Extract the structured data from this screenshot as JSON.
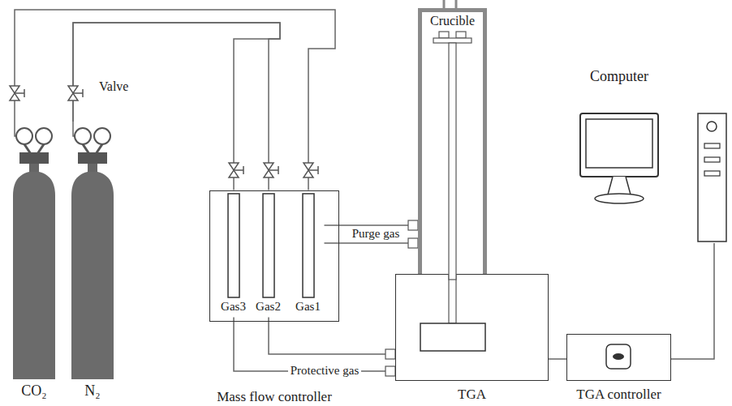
{
  "diagram": {
    "nodes": [
      {
        "text": [
          "CO₂"
        ]
      },
      {
        "text": [
          "N₂"
        ]
      },
      {
        "text": [
          "Mass flow controller"
        ]
      },
      {
        "text": [
          "Gas3"
        ],
        "in": 2
      },
      {
        "text": [
          "Gas2"
        ],
        "in": 2
      },
      {
        "text": [
          "Gas1"
        ],
        "in": 2
      },
      {
        "text": [
          "TGA"
        ]
      },
      {
        "text": [
          "Crucible"
        ]
      },
      {
        "text": [
          "TGA controller"
        ]
      },
      {
        "text": [
          "Computer"
        ]
      }
    ],
    "edges": [
      {
        "from": 0,
        "to": 5,
        "arrow": "none"
      },
      {
        "from": 1,
        "to": 3,
        "arrow": "none"
      },
      {
        "from": 1,
        "to": 4,
        "arrow": "none"
      },
      {
        "from": 5,
        "to": 7,
        "arrow": "none"
      },
      {
        "from": 5,
        "to": 7,
        "label": "Purge gas",
        "arrow": "none"
      },
      {
        "from": 4,
        "to": 6,
        "arrow": "none"
      },
      {
        "from": 3,
        "to": 6,
        "label": "Protective gas",
        "arrow": "none"
      },
      {
        "from": 6,
        "to": 8,
        "arrow": "none"
      },
      {
        "from": 8,
        "to": 9,
        "arrow": "none"
      }
    ],
    "labels": [
      "Valve"
    ]
  }
}
